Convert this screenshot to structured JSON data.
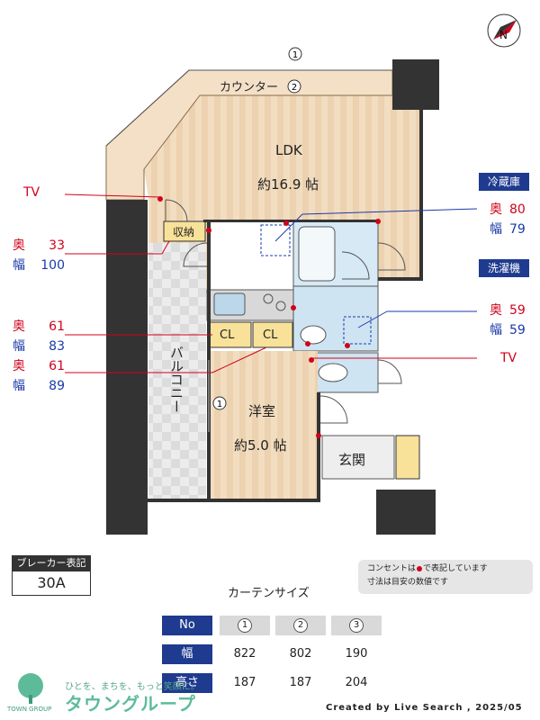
{
  "compass": {
    "label": "N"
  },
  "plan": {
    "curtain_marker_1": "1",
    "curtain_marker_2": "2",
    "counter_label": "カウンター",
    "ldk_label": "LDK",
    "ldk_size": "約16.9 帖",
    "storage_label": "収納",
    "closet_label_1": "CL",
    "closet_label_2": "CL",
    "balcony_label": "バルコニー",
    "western_room_label": "洋室",
    "western_room_size": "約5.0 帖",
    "entrance_label": "玄関"
  },
  "left_callouts": {
    "tv": "TV",
    "storage": {
      "depth_key": "奥",
      "depth_val": "33",
      "width_key": "幅",
      "width_val": "100"
    },
    "closet1": {
      "depth_key": "奥",
      "depth_val": "61",
      "width_key": "幅",
      "width_val": "83"
    },
    "closet2": {
      "depth_key": "奥",
      "depth_val": "61",
      "width_key": "幅",
      "width_val": "89"
    }
  },
  "right_callouts": {
    "fridge_header": "冷蔵庫",
    "fridge": {
      "depth_key": "奥",
      "depth_val": "80",
      "width_key": "幅",
      "width_val": "79"
    },
    "washer_header": "洗濯機",
    "washer": {
      "depth_key": "奥",
      "depth_val": "59",
      "width_key": "幅",
      "width_val": "59"
    },
    "tv": "TV"
  },
  "breaker": {
    "header": "ブレーカー表記",
    "value": "30A"
  },
  "note": {
    "line1_pre": "コンセントは",
    "line1_post": "で表記しています",
    "line2": "寸法は目安の数値です"
  },
  "curtain": {
    "title": "カーテンサイズ",
    "no_label": "No",
    "width_label": "幅",
    "height_label": "高さ",
    "numbers": [
      "1",
      "2",
      "3"
    ],
    "widths": [
      "822",
      "802",
      "190"
    ],
    "heights": [
      "187",
      "187",
      "204"
    ]
  },
  "footer": {
    "credit": "Created by Live Search , 2025/05",
    "logo_tagline": "ひとを、まちを、もっと笑顔に。",
    "logo_name": "タウングループ",
    "logo_small": "TOWN GROUP"
  },
  "colors": {
    "wall": "#333333",
    "wood_light": "#f2ddc0",
    "wood_stripe": "#ead0ad",
    "counter": "#f3e0c7",
    "wet_area": "#cfe4f2",
    "balcony_tile": "#e4e4e4",
    "closet_yellow": "#f8e29a",
    "outlet": "#d0021b",
    "header_blue": "#1f3b8f"
  }
}
